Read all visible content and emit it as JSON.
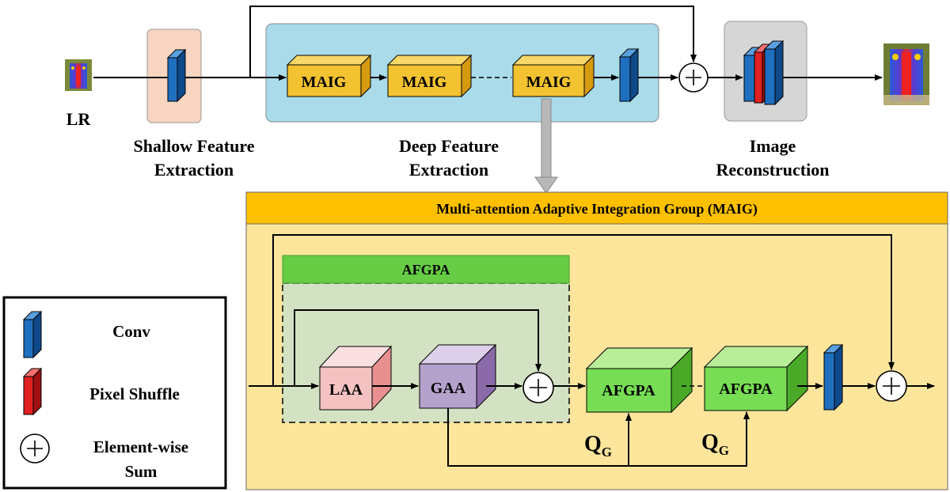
{
  "top": {
    "lr_label": "LR",
    "shallow_label": [
      "Shallow Feature",
      "Extraction"
    ],
    "deep_label": [
      "Deep Feature",
      "Extraction"
    ],
    "recon_label": [
      "Image",
      "Reconstruction"
    ],
    "maig_blocks": [
      "MAIG",
      "MAIG",
      "MAIG"
    ]
  },
  "maig_panel": {
    "title": "Multi-attention Adaptive Integration Group (MAIG)",
    "afgpa_header": "AFGPA",
    "laa": "LAA",
    "gaa": "GAA",
    "afgpa_blocks": [
      "AFGPA",
      "AFGPA"
    ],
    "q_main": "Q",
    "q_sub": "G"
  },
  "legend": {
    "conv": "Conv",
    "pixel_shuffle": "Pixel Shuffle",
    "sum": [
      "Element-wise",
      "Sum"
    ]
  },
  "colors": {
    "shallow_bg": "#f7d5c0",
    "deep_bg": "#a9dbea",
    "recon_bg": "#d6d6d6",
    "maig_face": "#f2c230",
    "maig_title_bar": "#ffc000",
    "maig_panel_bg": "#fde69c",
    "afgpa_header": "#66cc44",
    "afgpa_dashed_bg": "#d3e2c2",
    "afgpa_block": "#77dd55",
    "laa_face": "#f5c2c2",
    "gaa_face": "#b5a2cc",
    "conv_blue": "#1f6fc0",
    "pixel_red": "#e02020"
  }
}
